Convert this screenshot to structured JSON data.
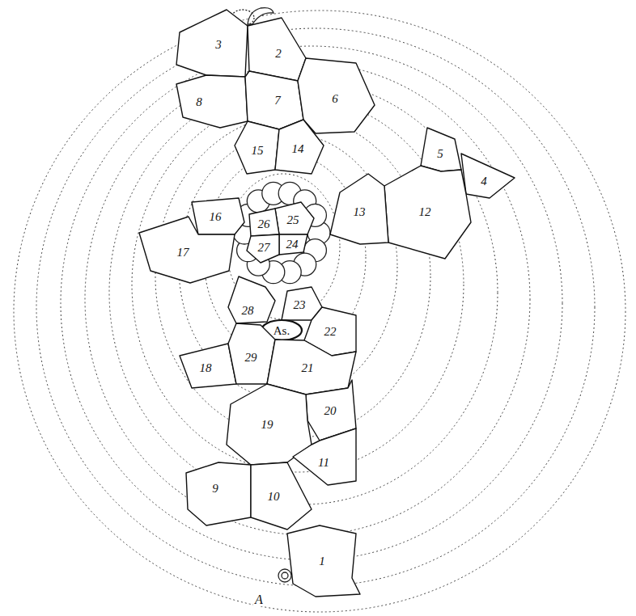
{
  "diagram": {
    "nodes": [
      {
        "text": [
          "3"
        ]
      },
      {
        "text": [
          "2"
        ]
      },
      {
        "text": [
          "8"
        ]
      },
      {
        "text": [
          "7"
        ]
      },
      {
        "text": [
          "6"
        ]
      },
      {
        "text": [
          "15"
        ]
      },
      {
        "text": [
          "14"
        ]
      },
      {
        "text": [
          "5"
        ]
      },
      {
        "text": [
          "4"
        ]
      },
      {
        "text": [
          "12"
        ]
      },
      {
        "text": [
          "13"
        ]
      },
      {
        "text": [
          "25"
        ]
      },
      {
        "text": [
          "26"
        ]
      },
      {
        "text": [
          "24"
        ]
      },
      {
        "text": [
          "27"
        ]
      },
      {
        "text": [
          "16"
        ]
      },
      {
        "text": [
          "17"
        ]
      },
      {
        "text": [
          "28"
        ]
      },
      {
        "text": [
          "23"
        ]
      },
      {
        "text": [
          "As."
        ]
      },
      {
        "text": [
          "22"
        ]
      },
      {
        "text": [
          "18"
        ]
      },
      {
        "text": [
          "29"
        ]
      },
      {
        "text": [
          "21"
        ]
      },
      {
        "text": [
          "20"
        ]
      },
      {
        "text": [
          "19"
        ]
      },
      {
        "text": [
          "11"
        ]
      },
      {
        "text": [
          "9"
        ]
      },
      {
        "text": [
          "10"
        ]
      },
      {
        "text": [
          "1"
        ]
      }
    ],
    "labels": [
      "A"
    ]
  }
}
